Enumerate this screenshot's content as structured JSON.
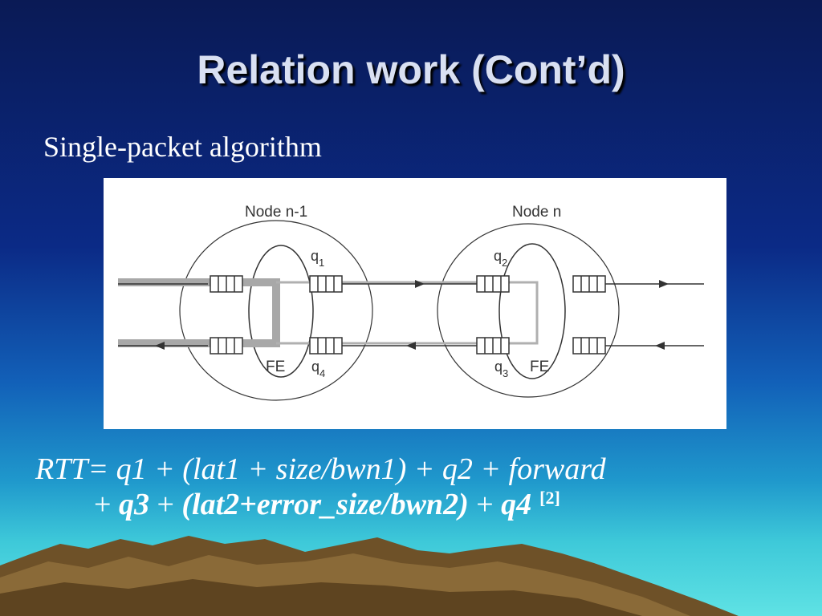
{
  "slide": {
    "title": "Relation work (Cont’d)",
    "subtitle": "Single-packet algorithm"
  },
  "diagram": {
    "node_left_label": "Node n-1",
    "node_right_label": "Node n",
    "fe_left": "FE",
    "fe_right": "FE",
    "queues": {
      "q1": {
        "base": "q",
        "sub": "1"
      },
      "q2": {
        "base": "q",
        "sub": "2"
      },
      "q3": {
        "base": "q",
        "sub": "3"
      },
      "q4": {
        "base": "q",
        "sub": "4"
      }
    }
  },
  "formula": {
    "line1": "RTT= q1 +  (lat1 + size/bwn1) +  q2 +  forward",
    "line2_plus": "+ ",
    "line2_q3": "q3",
    "line2_mid": " + ",
    "line2_lat2": "(lat2+error_size/bwn2)",
    "line2_plus2": " +  ",
    "line2_q4": "q4",
    "citation": "[2]"
  },
  "colors": {
    "background_top": "#0a1a55",
    "background_bottom": "#5fe2e4",
    "title_text": "#d9e0f2",
    "body_text": "#ffffff",
    "mountain": "#7a5a2e"
  }
}
